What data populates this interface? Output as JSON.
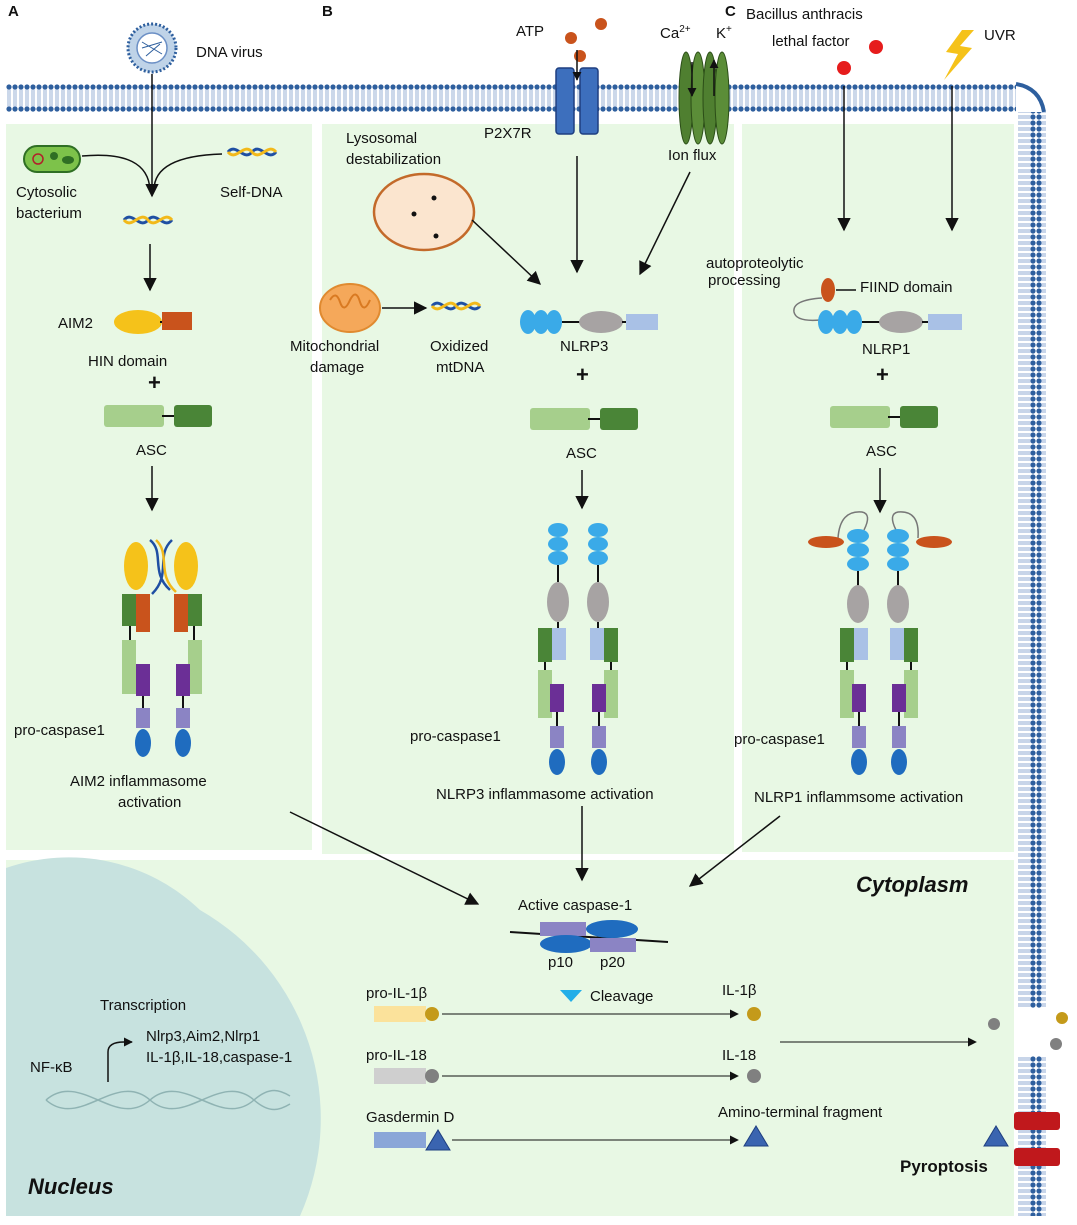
{
  "panels": {
    "a": "A",
    "b": "B",
    "c": "C"
  },
  "compartments": {
    "cytoplasm": "Cytoplasm",
    "nucleus": "Nucleus"
  },
  "panel_a": {
    "dna_virus": "DNA virus",
    "cytosolic_1": "Cytosolic",
    "cytosolic_2": "bacterium",
    "self_dna": "Self-DNA",
    "aim2": "AIM2",
    "hin_domain": "HIN domain",
    "plus": "+",
    "asc": "ASC",
    "pro_caspase1": "pro-caspase1",
    "activation_1": "AIM2 inflammasome",
    "activation_2": "activation"
  },
  "panel_b": {
    "atp": "ATP",
    "p2x7r": "P2X7R",
    "ca": "Ca",
    "ca_sup": "2+",
    "k": "K",
    "k_sup": "+",
    "ion_flux": "Ion flux",
    "lysosomal_1": "Lysosomal",
    "lysosomal_2": "destabilization",
    "mito_1": "Mitochondrial",
    "mito_2": "damage",
    "oxidized_1": "Oxidized",
    "oxidized_2": "mtDNA",
    "nlrp3": "NLRP3",
    "plus": "+",
    "asc": "ASC",
    "pro_caspase1": "pro-caspase1",
    "activation": "NLRP3 inflammasome activation"
  },
  "panel_c": {
    "bacillus_1": "Bacillus anthracis",
    "bacillus_2": "lethal factor",
    "uvr": "UVR",
    "autoproteo_1": "autoproteolytic",
    "autoproteo_2": "processing",
    "fiind": "FIIND domain",
    "nlrp1": "NLRP1",
    "plus": "+",
    "asc": "ASC",
    "pro_caspase1": "pro-caspase1",
    "activation": "NLRP1 inflammsome activation"
  },
  "bottom": {
    "active_caspase": "Active caspase-1",
    "p10": "p10",
    "p20": "p20",
    "cleavage": "Cleavage",
    "pro_il1b": "pro-IL-1β",
    "il1b": "IL-1β",
    "pro_il18": "pro-IL-18",
    "il18": "IL-18",
    "gasdermin": "Gasdermin D",
    "amino_fragment": "Amino-terminal fragment",
    "pyroptosis": "Pyroptosis",
    "transcription": "Transcription",
    "nfkb": "NF-κB",
    "genes_1": "Nlrp3,Aim2,Nlrp1",
    "genes_2": "IL-1β,IL-18,caspase-1"
  },
  "colors": {
    "panel_fill": "#e8f8e4",
    "nucleus_fill": "#c7e2df",
    "membrane_blue": "#2e5f9e",
    "asc_light": "#a6cf8c",
    "asc_dark": "#4a8537",
    "caspase_purple": "#6b2f96",
    "caspase_lavender": "#8b84c4",
    "caspase_blue": "#1f6cbf",
    "pyd_blue": "#3aaae8",
    "nacht_grey": "#a7a3a3",
    "lrr_blue": "#a9c1e6",
    "aim2_yellow": "#f5c21a",
    "hin_orange": "#c9531c",
    "p2x7r_blue": "#3d6fbd",
    "channel_green": "#4f7f30",
    "red_lethal": "#e61c1c",
    "il1b_gold": "#c49a1a",
    "pro_il1b_fill": "#fbe29b",
    "il18_grey": "#808080",
    "gsdmd_fill": "#8aa6d8",
    "gsdmd_triangle": "#3a64b0",
    "cleavage_cyan": "#22aee8",
    "pore_red": "#c0181c"
  }
}
